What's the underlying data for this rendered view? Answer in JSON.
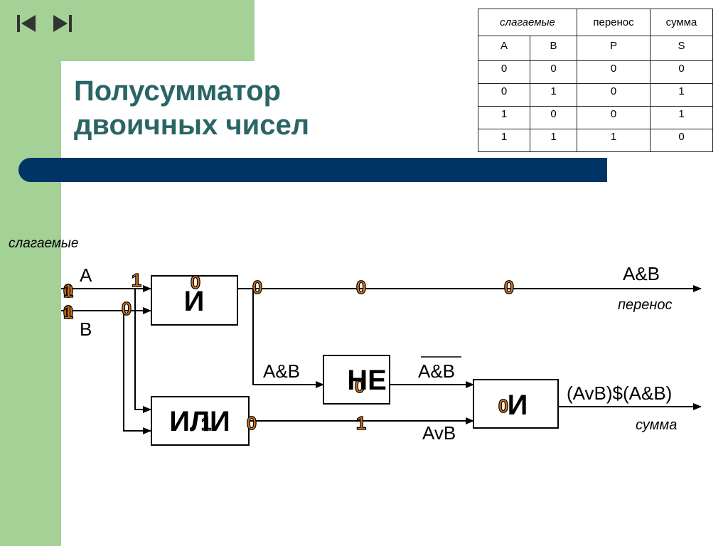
{
  "nav": {
    "prev_icon": "skip-back-icon",
    "next_icon": "skip-forward-icon"
  },
  "title": {
    "line1": "Полусумматор",
    "line2": "двоичных чисел"
  },
  "truth_table": {
    "groups": [
      "слагаемые",
      "перенос",
      "сумма"
    ],
    "columns": [
      "A",
      "B",
      "P",
      "S"
    ],
    "rows": [
      [
        "0",
        "0",
        "0",
        "0"
      ],
      [
        "0",
        "1",
        "0",
        "1"
      ],
      [
        "1",
        "0",
        "0",
        "1"
      ],
      [
        "1",
        "1",
        "1",
        "0"
      ]
    ]
  },
  "diagram": {
    "inputs_caption": "слагаемые",
    "input_a": "A",
    "input_b": "B",
    "gate_and1": "И",
    "gate_or": "ИЛИ",
    "gate_not": "НЕ",
    "gate_and2": "И",
    "label_and_in_not": "A&B",
    "label_and_out_not": "A&B",
    "label_or_out": "AvB",
    "carry_expr": "A&B",
    "carry_caption": "перенос",
    "sum_expr": "(AvB)$(A&B)",
    "sum_caption": "сумма",
    "bits": {
      "in_a_1": "0",
      "in_a_2": "1",
      "in_b_1": "0",
      "in_b_2": "1",
      "and1_in_a": "1",
      "and1_in_b": "0",
      "and1_inner": "0",
      "carry_1": "0",
      "carry_2": "0",
      "carry_3": "0",
      "or_inner": "1",
      "or_out": "0",
      "avb_mid": "1",
      "not_inner": "0",
      "and2_inner": "0"
    }
  },
  "colors": {
    "green": "#a3d196",
    "navy": "#003366",
    "title_teal": "#2a6566",
    "bit_orange": "#d4731c"
  }
}
